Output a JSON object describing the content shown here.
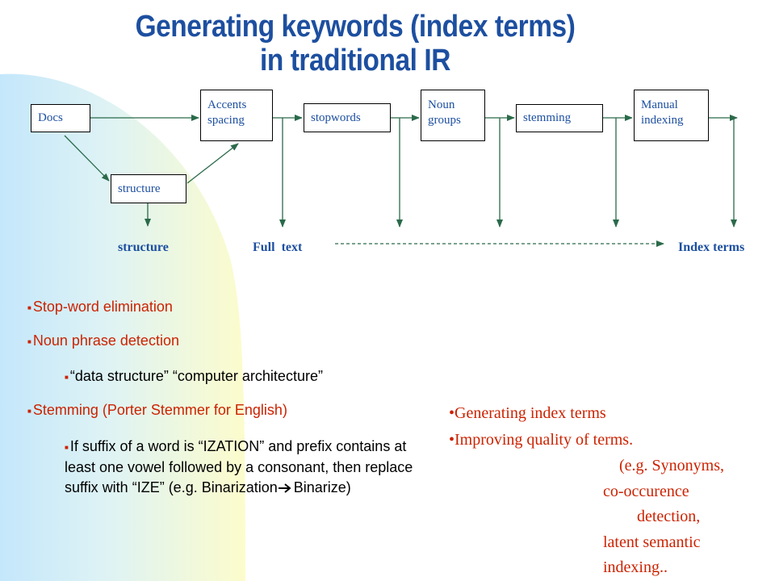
{
  "title": {
    "line1": "Generating keywords (index terms)",
    "line2": "in traditional IR"
  },
  "diagram": {
    "boxes": {
      "docs": "Docs",
      "accents_line1": "Accents",
      "accents_line2": "spacing",
      "stopwords": "stopwords",
      "noun_line1": "Noun",
      "noun_line2": "groups",
      "stemming": "stemming",
      "manual_line1": "Manual",
      "manual_line2": "indexing",
      "structure": "structure"
    },
    "outputs": {
      "structure": "structure",
      "full_text": "Full  text",
      "index_terms": "Index terms"
    }
  },
  "bullets": {
    "stopword": "Stop-word elimination",
    "noun_phrase": "Noun phrase detection",
    "noun_example": "“data structure” “computer architecture”",
    "stemming": "Stemming (Porter Stemmer for English)",
    "rule_main": "If suffix of a word is “IZATION” and prefix contains at least one vowel followed by a consonant, then replace suffix with “IZE” (e.g. Binarization",
    "rule_end": "Binarize)"
  },
  "notes": {
    "line1": "•Generating index terms",
    "line2": "•Improving quality of terms.",
    "line3": "(e.g. Synonyms,",
    "line4": "co-occurence",
    "line5": "detection,",
    "line6": "latent semantic",
    "line7": "indexing.."
  },
  "colors": {
    "title": "#1d4fa0",
    "accent_red": "#cc2200",
    "gradient_light": "#c4e7fb",
    "gradient_yellow": "#fcfccc"
  }
}
